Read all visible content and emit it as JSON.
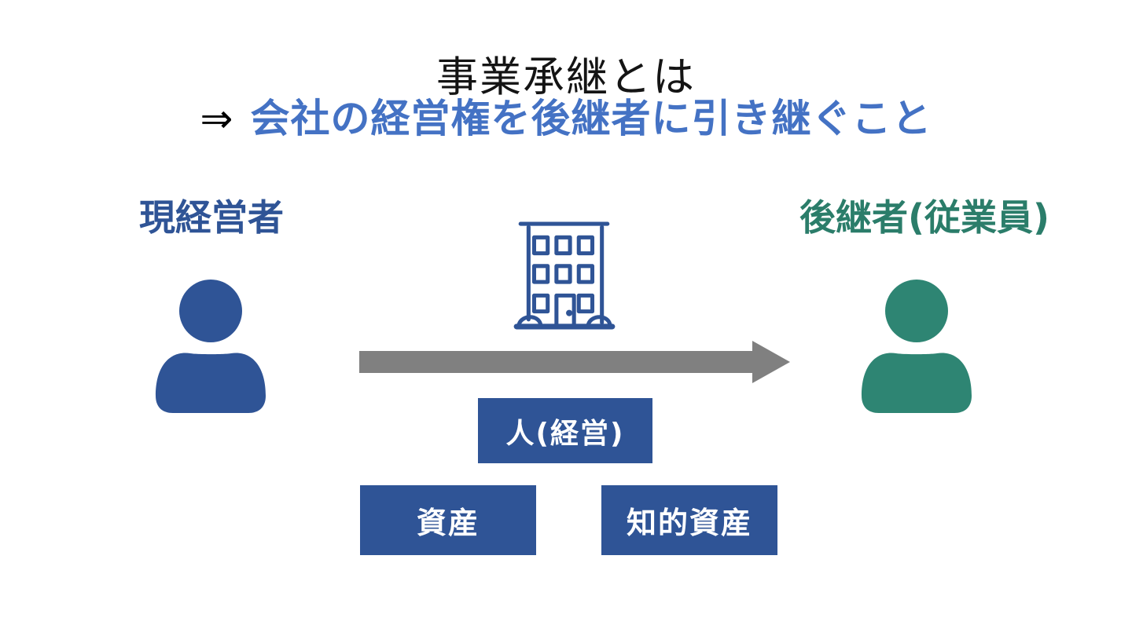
{
  "slide": {
    "title": "事業承継とは",
    "subtitle": {
      "arrow": "⇒",
      "text": "会社の経営権を後継者に引き継ぐこと"
    },
    "left_party": {
      "label": "現経営者",
      "icon": "person-icon"
    },
    "right_party": {
      "label": "後継者(従業員)",
      "icon": "person-icon"
    },
    "company": {
      "icon": "building-icon"
    },
    "transfer": {
      "icon": "arrow-right-icon"
    },
    "boxes": [
      {
        "label": "人(経営)"
      },
      {
        "label": "資産"
      },
      {
        "label": "知的資産"
      }
    ],
    "colors": {
      "subtitle_blue": "#4472C4",
      "dark_blue": "#2F5496",
      "teal_person": "#2E8573",
      "teal_label": "#2B7D6A",
      "arrow_gray": "#808080",
      "box_blue": "#2F5496",
      "title_black": "#141414",
      "background": "#FFFFFF"
    }
  }
}
